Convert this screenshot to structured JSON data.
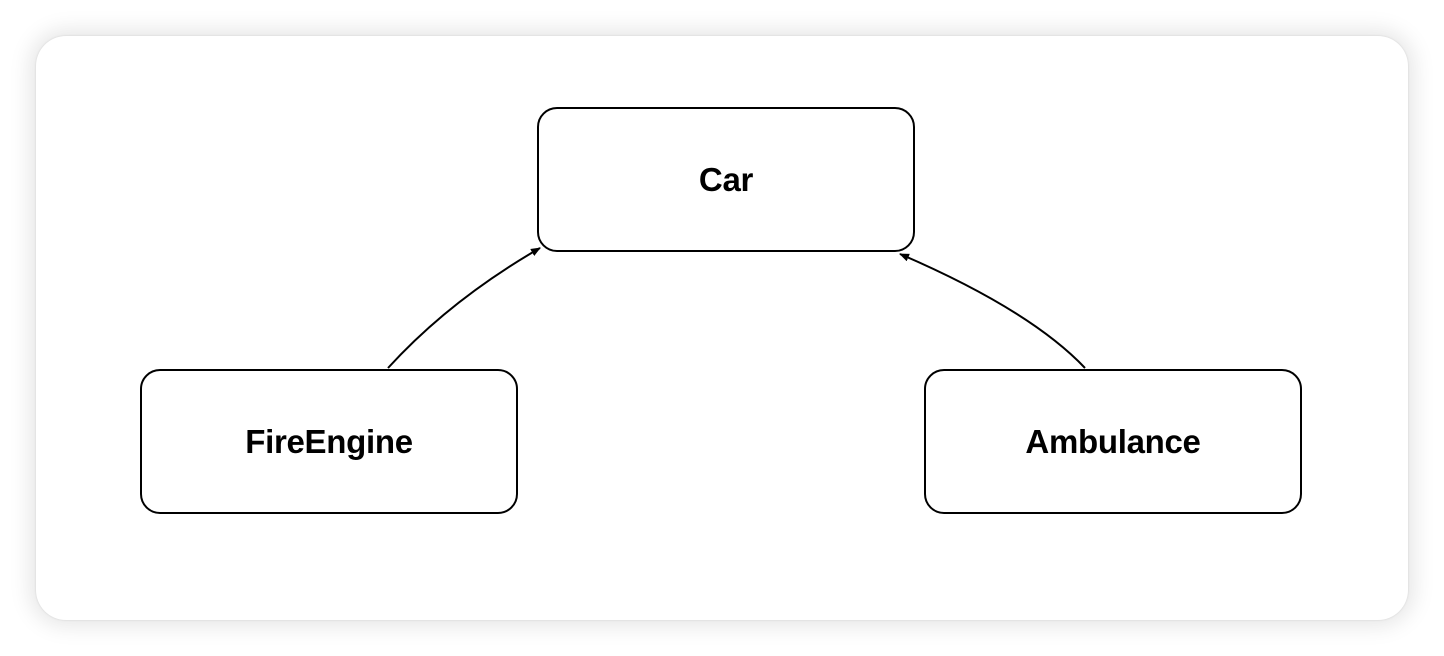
{
  "diagram": {
    "type": "hierarchy",
    "nodes": [
      {
        "id": "car",
        "label": "Car"
      },
      {
        "id": "fireengine",
        "label": "FireEngine"
      },
      {
        "id": "ambulance",
        "label": "Ambulance"
      }
    ],
    "edges": [
      {
        "from": "fireengine",
        "to": "car",
        "arrow": "end"
      },
      {
        "from": "ambulance",
        "to": "car",
        "arrow": "end"
      }
    ],
    "colors": {
      "stroke": "#000000",
      "background": "#ffffff"
    }
  }
}
